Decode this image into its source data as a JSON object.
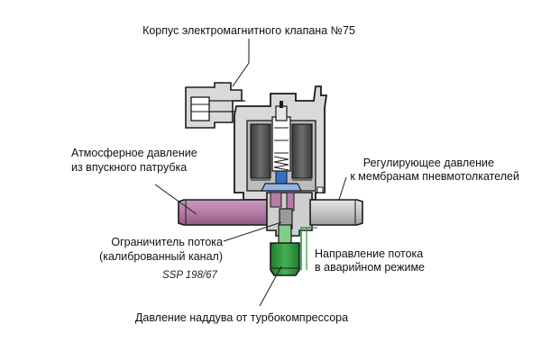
{
  "labels": {
    "valve_housing": "Корпус электромагнитного клапана №75",
    "atmospheric_line1": "Атмосферное давление",
    "atmospheric_line2": "из впускного патрубка",
    "regulating_line1": "Регулирующее давление",
    "regulating_line2": "к мембранам пневмотолкателей",
    "restrictor_line1": "Ограничитель потока",
    "restrictor_line2": "(калиброванный канал)",
    "reference": "SSP 198/67",
    "emergency_line1": "Направление потока",
    "emergency_line2": "в аварийном режиме",
    "boost": "Давление наддува от турбокомпрессора"
  },
  "colors": {
    "housing_fill": "#d9d9d9",
    "housing_dark": "#aaaaaa",
    "outline": "#1a1a1a",
    "coil_fill": "#5a5a5a",
    "atmospheric_channel": "#b67ba6",
    "armature": "#2f6fc7",
    "armature_light": "#8fb6ea",
    "boost_channel": "#2f9b3e",
    "boost_light": "#7fcf86",
    "emergency_arrow": "#2f9b3e"
  }
}
